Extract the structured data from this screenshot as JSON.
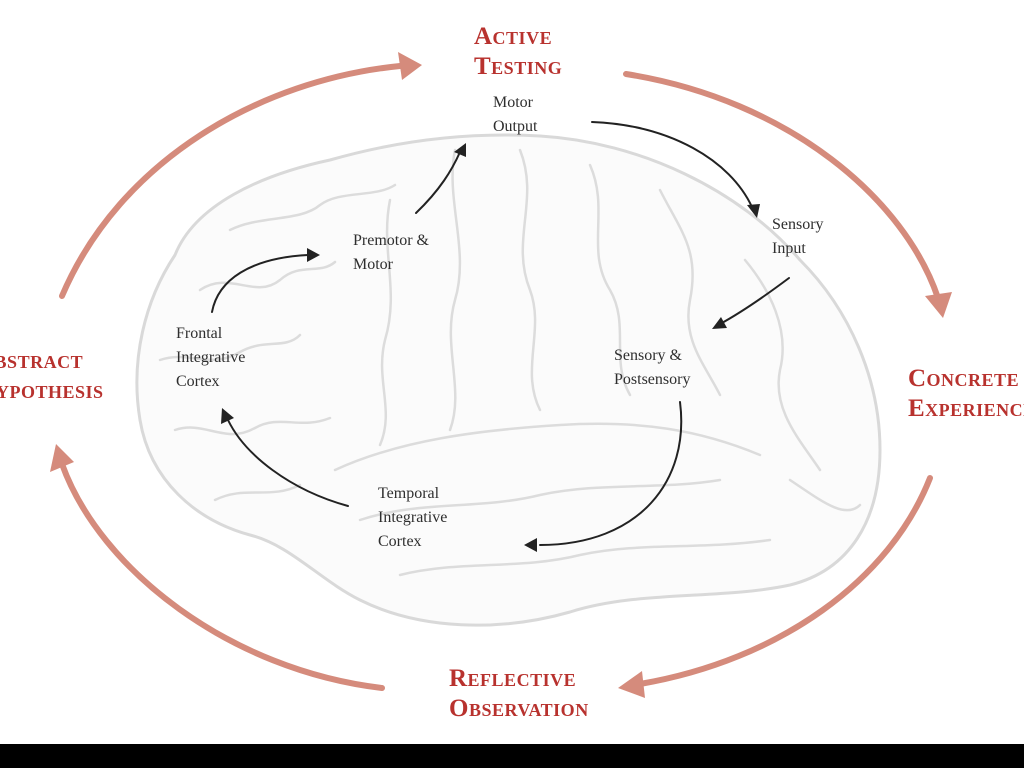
{
  "stages": {
    "active_testing": [
      "Active",
      "Testing"
    ],
    "concrete_experience": [
      "Concrete",
      "Experience"
    ],
    "reflective_observation": [
      "Reflective",
      "Observation"
    ],
    "abstract_hypothesis": [
      "Abstract",
      "Hypothesis"
    ]
  },
  "regions": {
    "motor_output": [
      "Motor",
      "Output"
    ],
    "sensory_input": [
      "Sensory",
      "Input"
    ],
    "sensory_postsensory": [
      "Sensory &",
      "Postsensory"
    ],
    "temporal_integrative": [
      "Temporal",
      "Integrative",
      "Cortex"
    ],
    "frontal_integrative": [
      "Frontal",
      "Integrative",
      "Cortex"
    ],
    "premotor_motor": [
      "Premotor &",
      "Motor"
    ]
  },
  "colors": {
    "stage_text": "#b8322e",
    "cycle_arrow": "#d58b7c",
    "brain_outline": "#d9d9d9",
    "flow_arrow": "#222222",
    "background": "#ffffff",
    "frame": "#000000"
  }
}
